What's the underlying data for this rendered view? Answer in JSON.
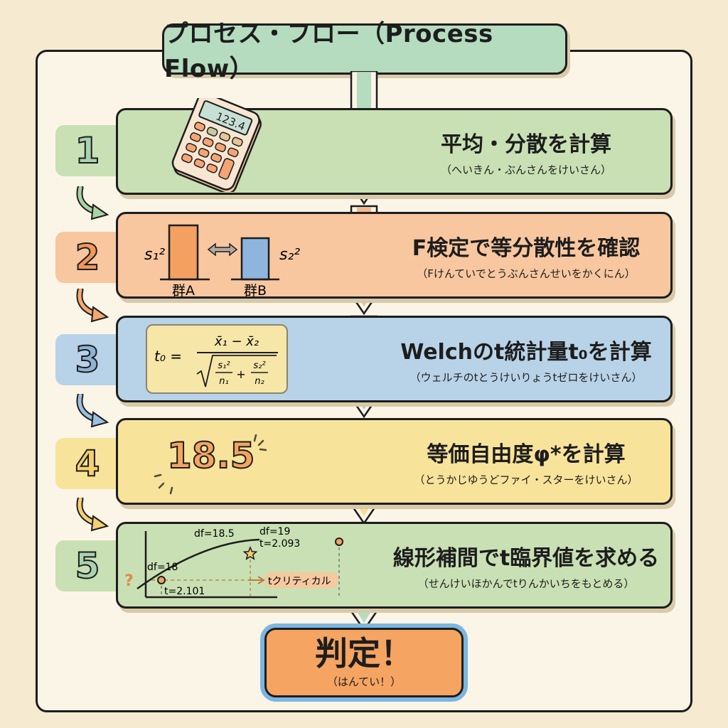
{
  "title": "プロセス・フロー（Process Flow）",
  "colors": {
    "background": "#f6ead0",
    "panel": "#fbf5e7",
    "green": "#c9e0b4",
    "green_tab": "#b5dcbf",
    "orange": "#f8c79f",
    "blue": "#b8d3e8",
    "yellow": "#f8e39a",
    "verdict_fill": "#f5a462",
    "verdict_ring": "#7bb6e0"
  },
  "steps": [
    {
      "number": "1",
      "title": "平均・分散を計算",
      "reading": "（へいきん・ぶんさんをけいさん）",
      "illustration": {
        "type": "calculator-icon",
        "display": "123.4"
      }
    },
    {
      "number": "2",
      "title": "F検定で等分散性を確認",
      "reading": "（Fけんていでとうぶんさんせいをかくにん）",
      "illustration": {
        "type": "variance-comparison",
        "left_symbol": "s₁²",
        "right_symbol": "s₂²",
        "group_a": "群A",
        "group_b": "群B"
      }
    },
    {
      "number": "3",
      "title": "Welchのt統計量t₀を計算",
      "reading": "（ウェルチのtとうけいりょうtゼロをけいさん）",
      "illustration": {
        "type": "formula",
        "lhs": "t₀ =",
        "numerator": "x̄₁ − x̄₂",
        "denominator": "√(s₁²/n₁ + s₂²/n₂)"
      }
    },
    {
      "number": "4",
      "title": "等価自由度φ*を計算",
      "reading": "（とうかじゆうどファイ・スターをけいさん）",
      "illustration": {
        "type": "big-number",
        "value": "18.5"
      }
    },
    {
      "number": "5",
      "title": "線形補間でt臨界値を求める",
      "reading": "（せんけいほかんでtりんかいちをもとめる）",
      "illustration": {
        "type": "interpolation-graph",
        "points": [
          {
            "label": "df=18",
            "t_label": "t=2.101",
            "df": 18,
            "t": 2.101
          },
          {
            "label": "df=18.5",
            "df": 18.5
          },
          {
            "label": "df=19",
            "t_label": "t=2.093",
            "df": 19,
            "t": 2.093
          }
        ],
        "unknown": "?",
        "result_label": "tクリティカル"
      }
    }
  ],
  "verdict": {
    "title": "判定！",
    "reading": "（はんてい！）"
  }
}
